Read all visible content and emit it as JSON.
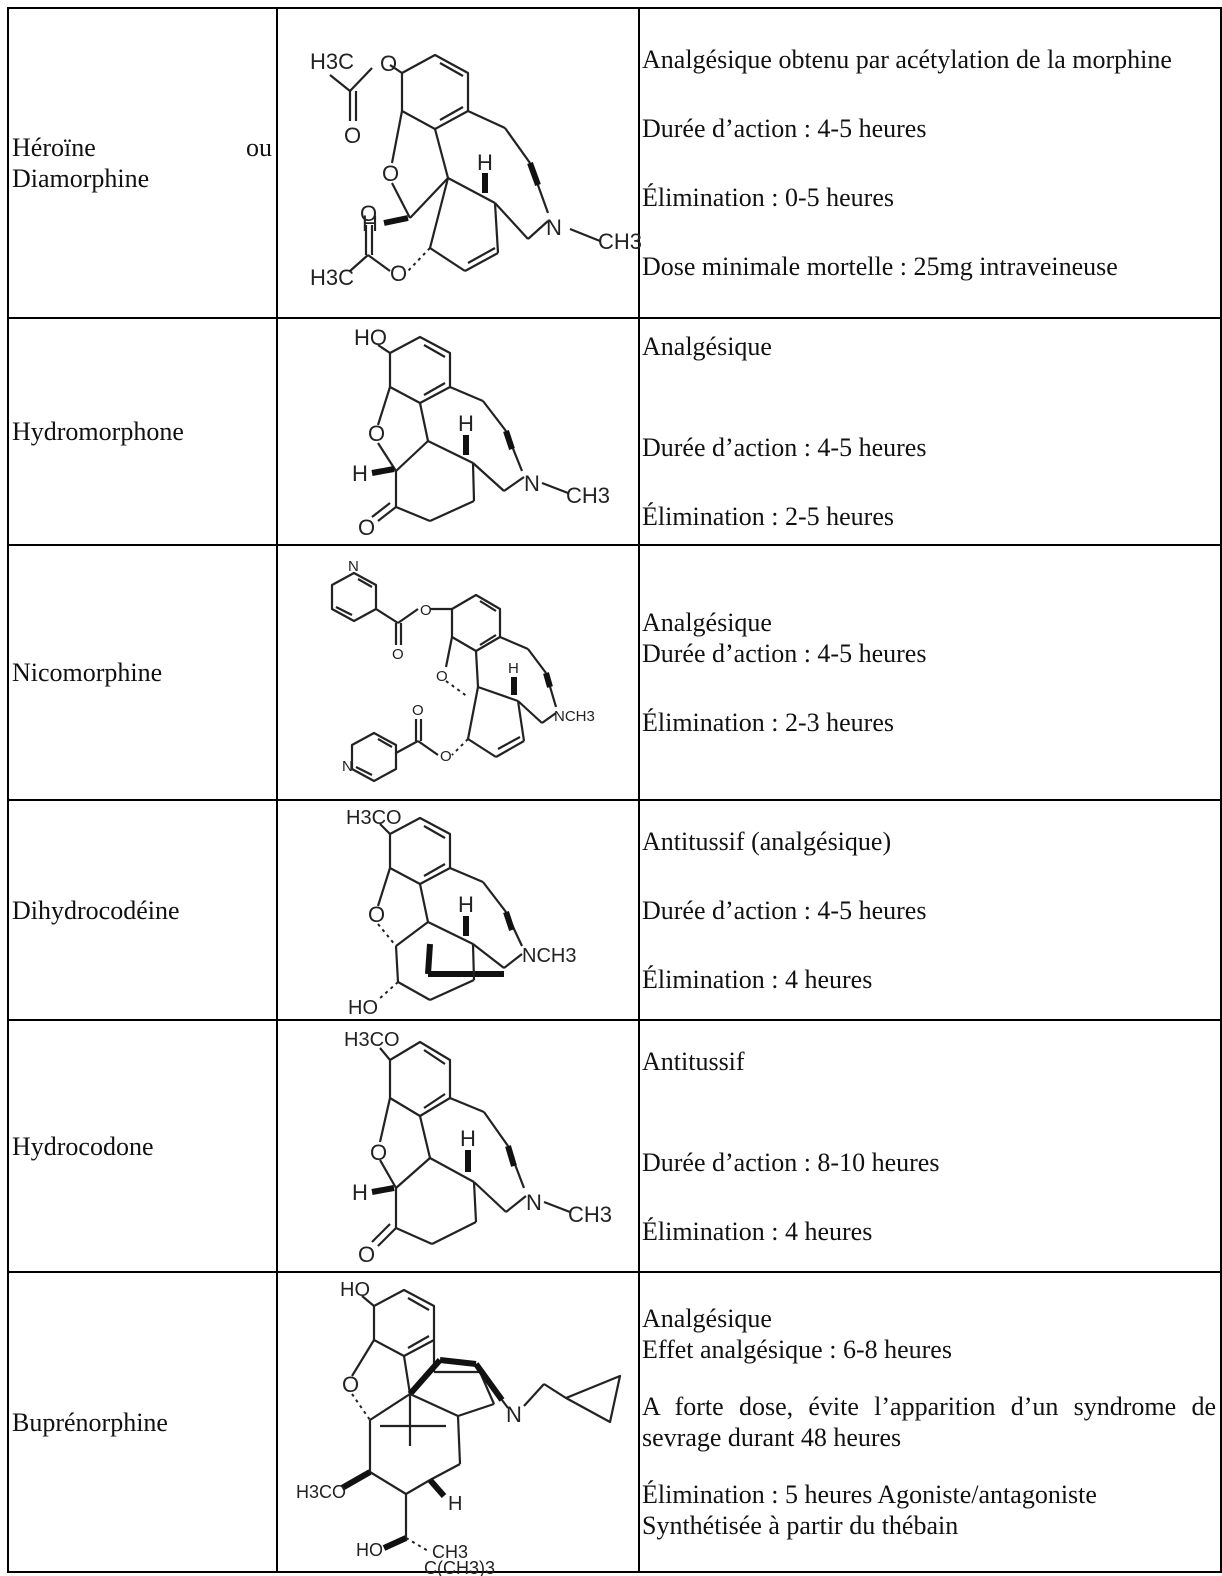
{
  "rows": [
    {
      "name_parts": [
        "Héroïne",
        "ou",
        "Diamorphine"
      ],
      "structure_icon": "heroin-structure-icon",
      "structure_labels": {
        "a": "H3C",
        "b": "O",
        "c": "O",
        "d": "O",
        "e": "H",
        "f": "H",
        "g": "N",
        "h": "CH3",
        "i": "O",
        "j": "H3C",
        "k": "O"
      },
      "lines": [
        "Analgésique obtenu par acétylation de la morphine",
        "Durée d’action : 4-5 heures",
        "Élimination : 0-5 heures",
        "Dose minimale mortelle : 25mg intraveineuse"
      ]
    },
    {
      "name": "Hydromorphone",
      "structure_icon": "hydromorphone-structure-icon",
      "structure_labels": {
        "a": "HO",
        "b": "O",
        "c": "H",
        "d": "H",
        "e": "N",
        "f": "CH3",
        "g": "O"
      },
      "lines": [
        "Analgésique",
        "Durée d’action : 4-5 heures",
        "Élimination : 2-5 heures"
      ]
    },
    {
      "name": "Nicomorphine",
      "structure_icon": "nicomorphine-structure-icon",
      "structure_labels": {
        "a": "N",
        "b": "O",
        "c": "O",
        "d": "O",
        "e": "H",
        "f": "NCH3",
        "g": "O",
        "h": "N",
        "i": "O"
      },
      "lines": [
        "Analgésique",
        "Durée d’action : 4-5 heures",
        "Élimination : 2-3 heures"
      ]
    },
    {
      "name": "Dihydrocodéine",
      "structure_icon": "dihydrocodeine-structure-icon",
      "structure_labels": {
        "a": "H3CO",
        "b": "O",
        "c": "H",
        "d": "NCH3",
        "e": "HO"
      },
      "lines": [
        "Antitussif (analgésique)",
        "Durée d’action : 4-5 heures",
        "Élimination : 4 heures"
      ]
    },
    {
      "name": "Hydrocodone",
      "structure_icon": "hydrocodone-structure-icon",
      "structure_labels": {
        "a": "H3CO",
        "b": "O",
        "c": "H",
        "d": "H",
        "e": "N",
        "f": "CH3",
        "g": "O"
      },
      "lines": [
        "Antitussif",
        "Durée d’action : 8-10 heures",
        "Élimination : 4 heures"
      ]
    },
    {
      "name": "Buprénorphine",
      "structure_icon": "buprenorphine-structure-icon",
      "structure_labels": {
        "a": "HO",
        "b": "O",
        "c": "N",
        "d": "H3CO",
        "e": "H",
        "f": "HO",
        "g": "CH3",
        "h": "C(CH3)3"
      },
      "lines": [
        "Analgésique",
        "Effet analgésique : 6-8 heures",
        "A forte dose, évite l’apparition d’un syndrome de sevrage durant 48 heures",
        "Élimination : 5 heures Agoniste/antagoniste",
        "Synthétisée à partir du thébain"
      ]
    }
  ]
}
